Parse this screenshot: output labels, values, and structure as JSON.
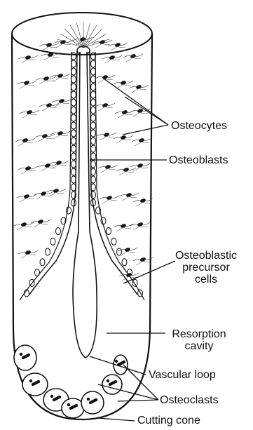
{
  "labels": {
    "osteocytes": "Osteocytes",
    "osteoblasts": "Osteoblasts",
    "precursor_line1": "Osteoblastic",
    "precursor_line2": "precursor",
    "precursor_line3": "cells",
    "resorption_line1": "Resorption",
    "resorption_line2": "cavity",
    "vascular_loop": "Vascular loop",
    "osteoclasts": "Osteoclasts",
    "cutting_cone": "Cutting cone"
  },
  "colors": {
    "ink": "#111111",
    "background": "#ffffff"
  }
}
